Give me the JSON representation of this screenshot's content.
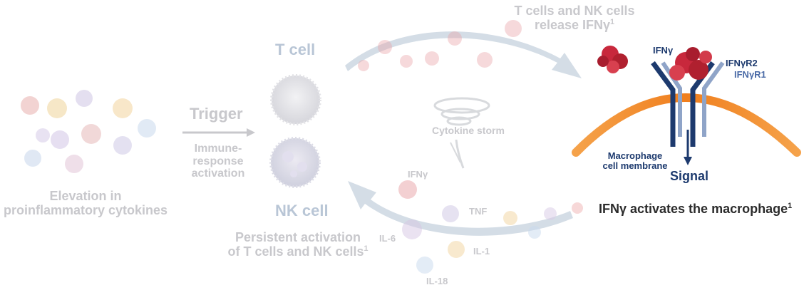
{
  "labels": {
    "elevation_line1": "Elevation in",
    "elevation_line2": "proinflammatory cytokines",
    "trigger": "Trigger",
    "immune_line1": "Immune-",
    "immune_line2": "response",
    "immune_line3": "activation",
    "t_cell": "T cell",
    "nk_cell": "NK cell",
    "persistent_line1": "Persistent activation",
    "persistent_line2": "of T cells and NK cells",
    "persistent_sup": "1",
    "release_line1": "T cells and NK cells",
    "release_line2": "release IFNγ",
    "release_sup": "1",
    "cytokine_storm": "Cytokine storm",
    "ifng_left": "IFNγ",
    "tnf": "TNF",
    "il6": "IL-6",
    "il1": "IL-1",
    "il18": "IL-18",
    "ifng_receptor": "IFNγ",
    "ifngr2": "IFNγR2",
    "ifngr1": "IFNγR1",
    "membrane_line1": "Macrophage",
    "membrane_line2": "cell membrane",
    "signal": "Signal",
    "activates": "IFNγ activates the macrophage",
    "activates_sup": "1"
  },
  "colors": {
    "faded_text": "#c8c8cc",
    "navy": "#1d3a6e",
    "membrane": "#f08a2c",
    "ifng_protein": "#c8283c",
    "arrow_fill": "#b8c8d8"
  }
}
